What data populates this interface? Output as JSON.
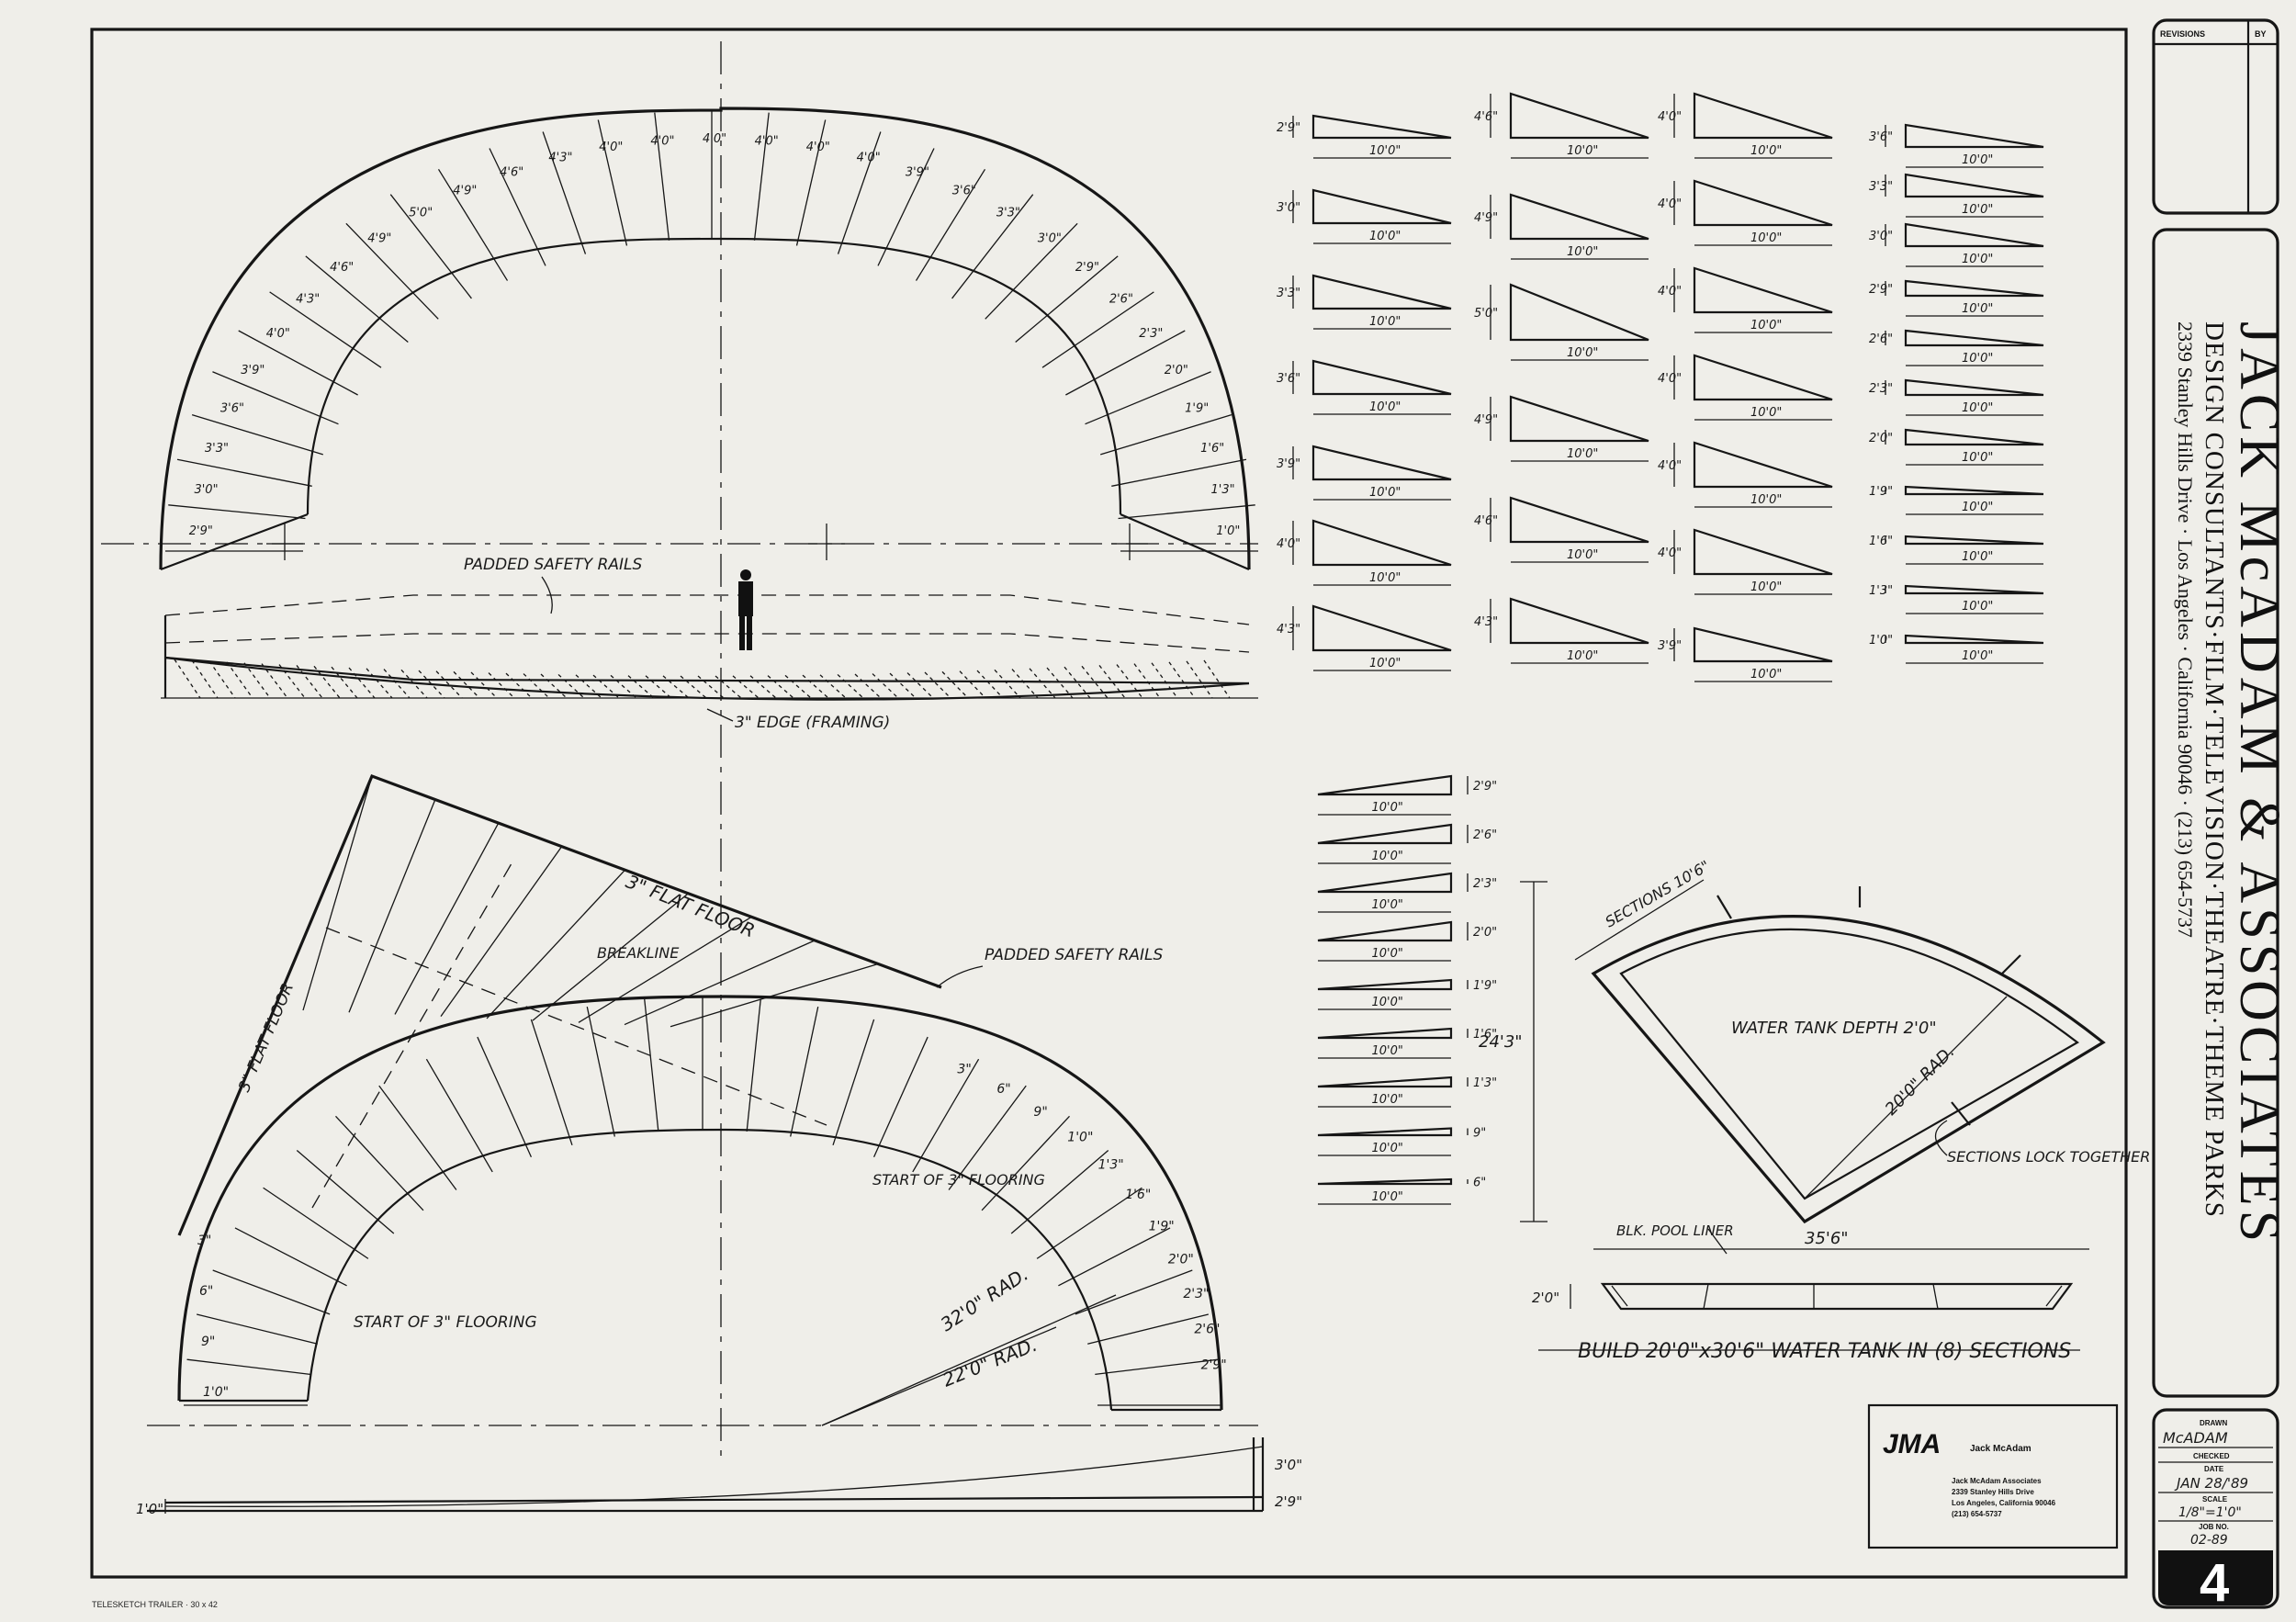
{
  "firm": {
    "name": "JACK McADAM & ASSOCIATES",
    "services": "DESIGN CONSULTANTS·FILM·TELEVISION·THEATRE·THEME PARKS",
    "address": "2339 Stanley Hills Drive · Los Angeles · California 90046 · (213) 654-5737"
  },
  "revisions": {
    "header": "REVISIONS",
    "by": "BY"
  },
  "titleblock": {
    "drawn_label": "DRAWN",
    "drawn_value": "McADAM",
    "checked_label": "CHECKED",
    "date_label": "DATE",
    "date_value": "JAN 28/'89",
    "scale_label": "SCALE",
    "scale_value": "1/8\"=1'0\"",
    "job_label": "JOB NO.",
    "job_value": "02-89",
    "sheet_number": "4"
  },
  "stamp": {
    "logo": "JMA",
    "person": "Jack McAdam",
    "company": "Jack McAdam Associates",
    "street": "2339 Stanley Hills Drive",
    "city": "Los Angeles, California 90046",
    "phone": "(213) 654-5737"
  },
  "paper_note": "TELESKETCH TRAILER · 30 x 42",
  "arch_top": {
    "heights_left": [
      "2'9\"",
      "3'0\"",
      "3'3\"",
      "3'6\"",
      "3'9\"",
      "4'0\"",
      "4'3\"",
      "4'6\"",
      "4'9\"",
      "5'0\"",
      "4'9\"",
      "4'6\"",
      "4'3\""
    ],
    "heights_top": [
      "4'0\"",
      "4'0\"",
      "4'0\"",
      "4'0\"",
      "4'0\""
    ],
    "heights_right": [
      "4'0\"",
      "3'9\"",
      "3'6\"",
      "3'3\"",
      "3'0\"",
      "2'9\"",
      "2'6\"",
      "2'3\"",
      "2'0\"",
      "1'9\"",
      "1'6\"",
      "1'3\"",
      "1'0\""
    ],
    "note_rails": "PADDED SAFETY RAILS",
    "note_edge": "3\" EDGE (FRAMING)"
  },
  "arch_bottom": {
    "note_flat_floor": "3\" FLAT FLOOR",
    "note_flat_floor_side": "3\" FLAT FLOOR",
    "note_breakline": "BREAKLINE",
    "note_rails": "PADDED SAFETY RAILS",
    "note_start_a": "START OF 3\" FLOORING",
    "note_start_b": "START OF 3\" FLOORING",
    "radius_a": "32'0\" RAD.",
    "radius_b": "22'0\" RAD.",
    "heights_left": [
      "3\"",
      "6\"",
      "9\"",
      "1'0\""
    ],
    "heights_right": [
      "3\"",
      "6\"",
      "9\"",
      "1'0\"",
      "1'3\"",
      "1'6\"",
      "1'9\"",
      "2'0\"",
      "2'3\"",
      "2'6\"",
      "2'9\""
    ],
    "elev_left": "1'0\"",
    "elev_right_a": "3'0\"",
    "elev_right_b": "2'9\""
  },
  "ramps": {
    "length": "10'0\"",
    "col1": [
      "2'9\"",
      "3'0\"",
      "3'3\"",
      "3'6\"",
      "3'9\"",
      "4'0\"",
      "4'3\""
    ],
    "col2": [
      "4'6\"",
      "4'9\"",
      "5'0\"",
      "4'9\"",
      "4'6\"",
      "4'3\""
    ],
    "col3": [
      "4'0\"",
      "4'0\"",
      "4'0\"",
      "4'0\"",
      "4'0\"",
      "4'0\"",
      "3'9\""
    ],
    "col4": [
      "3'6\"",
      "3'3\"",
      "3'0\"",
      "2'9\"",
      "2'6\"",
      "2'3\"",
      "2'0\"",
      "1'9\"",
      "1'6\"",
      "1'3\"",
      "1'0\""
    ],
    "col5": [
      "2'9\"",
      "2'6\"",
      "2'3\"",
      "2'0\"",
      "1'9\"",
      "1'6\"",
      "1'3\"",
      "9\"",
      "6\""
    ]
  },
  "tank": {
    "sections": "SECTIONS 10'6\"",
    "depth": "WATER TANK DEPTH 2'0\"",
    "radius": "20'0\" RAD.",
    "height_dim": "24'3\"",
    "lock": "SECTIONS LOCK TOGETHER",
    "liner": "BLK. POOL LINER",
    "width_dim": "35'6\"",
    "depth_dim": "2'0\"",
    "caption": "BUILD 20'0\"x30'6\" WATER TANK IN (8) SECTIONS"
  }
}
